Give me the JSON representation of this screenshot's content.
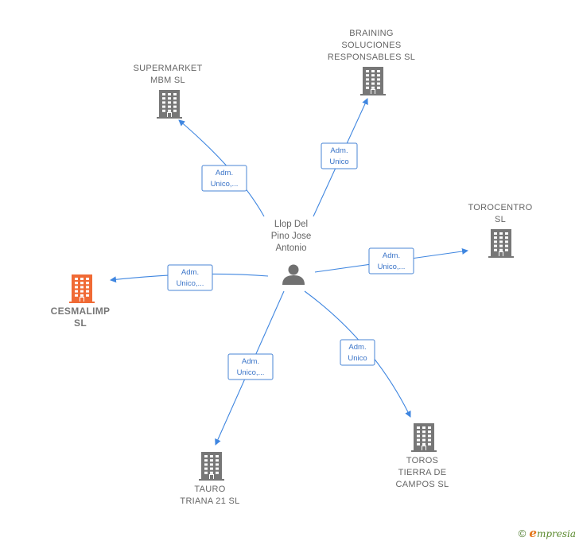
{
  "center": {
    "lines": [
      "Llop Del",
      "Pino Jose",
      "Antonio"
    ],
    "icon": "person-icon"
  },
  "companies": [
    {
      "id": "braining",
      "lines": [
        "BRAINING",
        "SOLUCIONES",
        "RESPONSABLES SL"
      ],
      "icon": "building-icon",
      "color": "#777777",
      "highlight": false
    },
    {
      "id": "supermarket",
      "lines": [
        "SUPERMARKET",
        "MBM  SL"
      ],
      "icon": "building-icon",
      "color": "#777777",
      "highlight": false
    },
    {
      "id": "torocentro",
      "lines": [
        "TOROCENTRO",
        "SL"
      ],
      "icon": "building-icon",
      "color": "#777777",
      "highlight": false
    },
    {
      "id": "cesmalimp",
      "lines": [
        "CESMALIMP",
        "SL"
      ],
      "icon": "building-icon",
      "color": "#f06a35",
      "highlight": true
    },
    {
      "id": "tauro",
      "lines": [
        "TAURO",
        "TRIANA 21  SL"
      ],
      "icon": "building-icon",
      "color": "#777777",
      "highlight": false
    },
    {
      "id": "toros",
      "lines": [
        "TOROS",
        "TIERRA DE",
        "CAMPOS  SL"
      ],
      "icon": "building-icon",
      "color": "#777777",
      "highlight": false
    }
  ],
  "edges": [
    {
      "target": "braining",
      "lines": [
        "Adm.",
        "Unico"
      ]
    },
    {
      "target": "supermarket",
      "lines": [
        "Adm.",
        "Unico,..."
      ]
    },
    {
      "target": "torocentro",
      "lines": [
        "Adm.",
        "Unico,..."
      ]
    },
    {
      "target": "cesmalimp",
      "lines": [
        "Adm.",
        "Unico,..."
      ]
    },
    {
      "target": "tauro",
      "lines": [
        "Adm.",
        "Unico,..."
      ]
    },
    {
      "target": "toros",
      "lines": [
        "Adm.",
        "Unico"
      ]
    }
  ],
  "footer": {
    "copyright": "©",
    "brand_initial": "e",
    "brand_rest": "mpresia"
  },
  "colors": {
    "edge": "#3f86e0",
    "building": "#777777",
    "building_highlight": "#f06a35",
    "person": "#707070"
  }
}
